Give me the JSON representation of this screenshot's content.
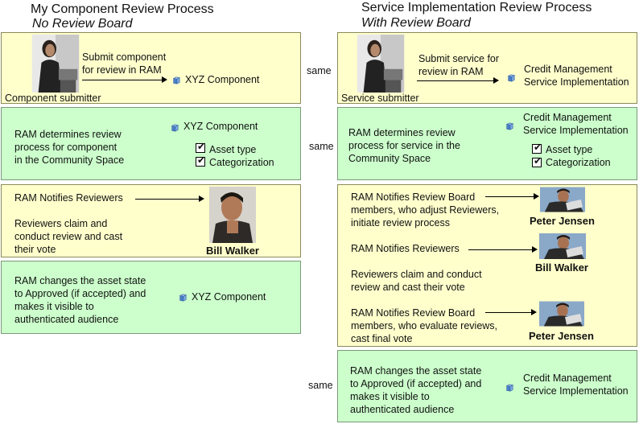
{
  "left": {
    "title": "My Component Review Process",
    "subtitle": "No Review Board",
    "submit_text": "Submit component\nfor review in RAM",
    "asset_name": "XYZ Component",
    "submitter_label": "Component submitter",
    "determine_text": "RAM determines review\nprocess for component\nin the Community Space",
    "asset_name_2": "XYZ Component",
    "check_1": "Asset type",
    "check_2": "Categorization",
    "notify_text": "RAM Notifies Reviewers",
    "claim_text": "Reviewers claim and\nconduct review and cast\ntheir vote",
    "reviewer_name": "Bill Walker",
    "approve_text": "RAM changes the asset state\nto Approved (if accepted) and\nmakes it visible to\nauthenticated audience",
    "asset_name_3": "XYZ Component"
  },
  "right": {
    "title": "Service Implementation Review Process",
    "subtitle": "With Review Board",
    "submit_text": "Submit service for\nreview in RAM",
    "asset_name": "Credit Management\nService Implementation",
    "submitter_label": "Service submitter",
    "determine_text": "RAM determines review\nprocess for service in the\nCommunity Space",
    "asset_name_2": "Credit Management\nService Implementation",
    "check_1": "Asset type",
    "check_2": "Categorization",
    "board_notify_1": "RAM Notifies Review Board\nmembers, who adjust Reviewers,\ninitiate review process",
    "board_name_1": "Peter Jensen",
    "notify_text": "RAM Notifies Reviewers",
    "reviewer_name": "Bill Walker",
    "claim_text": "Reviewers claim and conduct\nreview and cast their vote",
    "board_notify_2": "RAM Notifies Review Board\nmembers, who evaluate reviews,\ncast final vote",
    "board_name_2": "Peter Jensen",
    "approve_text": "RAM changes the asset state\nto Approved (if accepted) and\nmakes it visible to\nauthenticated audience",
    "asset_name_3": "Credit Management\nService Implementation"
  },
  "same_labels": [
    "same",
    "same",
    "same"
  ],
  "colors": {
    "yellow_panel": "#ffffcc",
    "green_panel": "#ccffcc",
    "cube": "#5b8fd6"
  },
  "icons": [
    "asset-cube-icon",
    "checkbox-checked-icon",
    "person-photo"
  ]
}
